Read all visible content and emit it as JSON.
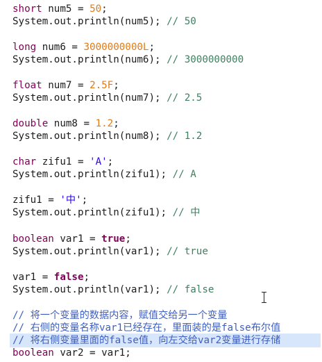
{
  "code": {
    "l1": {
      "kw": "short",
      "rest": " num5 = ",
      "num": "50",
      "end": ";"
    },
    "l2": {
      "text": "System.out.println(num5); ",
      "comment": "// 50"
    },
    "l3": {
      "kw": "long",
      "rest": " num6 = ",
      "num": "3000000000L",
      "end": ";"
    },
    "l4": {
      "text": "System.out.println(num6); ",
      "comment": "// 3000000000"
    },
    "l5": {
      "kw": "float",
      "rest": " num7 = ",
      "num": "2.5F",
      "end": ";"
    },
    "l6": {
      "text": "System.out.println(num7); ",
      "comment": "// 2.5"
    },
    "l7": {
      "kw": "double",
      "rest": " num8 = ",
      "num": "1.2",
      "end": ";"
    },
    "l8": {
      "text": "System.out.println(num8); ",
      "comment": "// 1.2"
    },
    "l9": {
      "kw": "char",
      "rest": " zifu1 = ",
      "str": "'A'",
      "end": ";"
    },
    "l10": {
      "text": "System.out.println(zifu1); ",
      "comment": "// A"
    },
    "l11": {
      "rest": "zifu1 = ",
      "str": "'中'",
      "end": ";"
    },
    "l12": {
      "text": "System.out.println(zifu1); ",
      "comment": "// 中"
    },
    "l13": {
      "kw": "boolean",
      "rest": " var1 = ",
      "kwb": "true",
      "end": ";"
    },
    "l14": {
      "text": "System.out.println(var1); ",
      "comment": "// true"
    },
    "l15": {
      "rest": "var1 = ",
      "kwb": "false",
      "end": ";"
    },
    "l16": {
      "text": "System.out.println(var1); ",
      "comment": "// false"
    },
    "c1": "// 将一个变量的数据内容，赋值交给另一个变量",
    "c2": "// 右侧的变量名称var1已经存在，里面装的是false布尔值",
    "c3": "// 将右侧变量里面的false值，向左交给var2变量进行存储",
    "l17": {
      "kw": "boolean",
      "rest": " var2 = var1;"
    }
  },
  "colors": {
    "keyword": "#7f0055",
    "number": "#e07b1a",
    "string": "#2a00ff",
    "comment": "#3f7f5f",
    "selection": "#d7e6fb"
  },
  "icons": {
    "cursor": "text-cursor-icon"
  }
}
